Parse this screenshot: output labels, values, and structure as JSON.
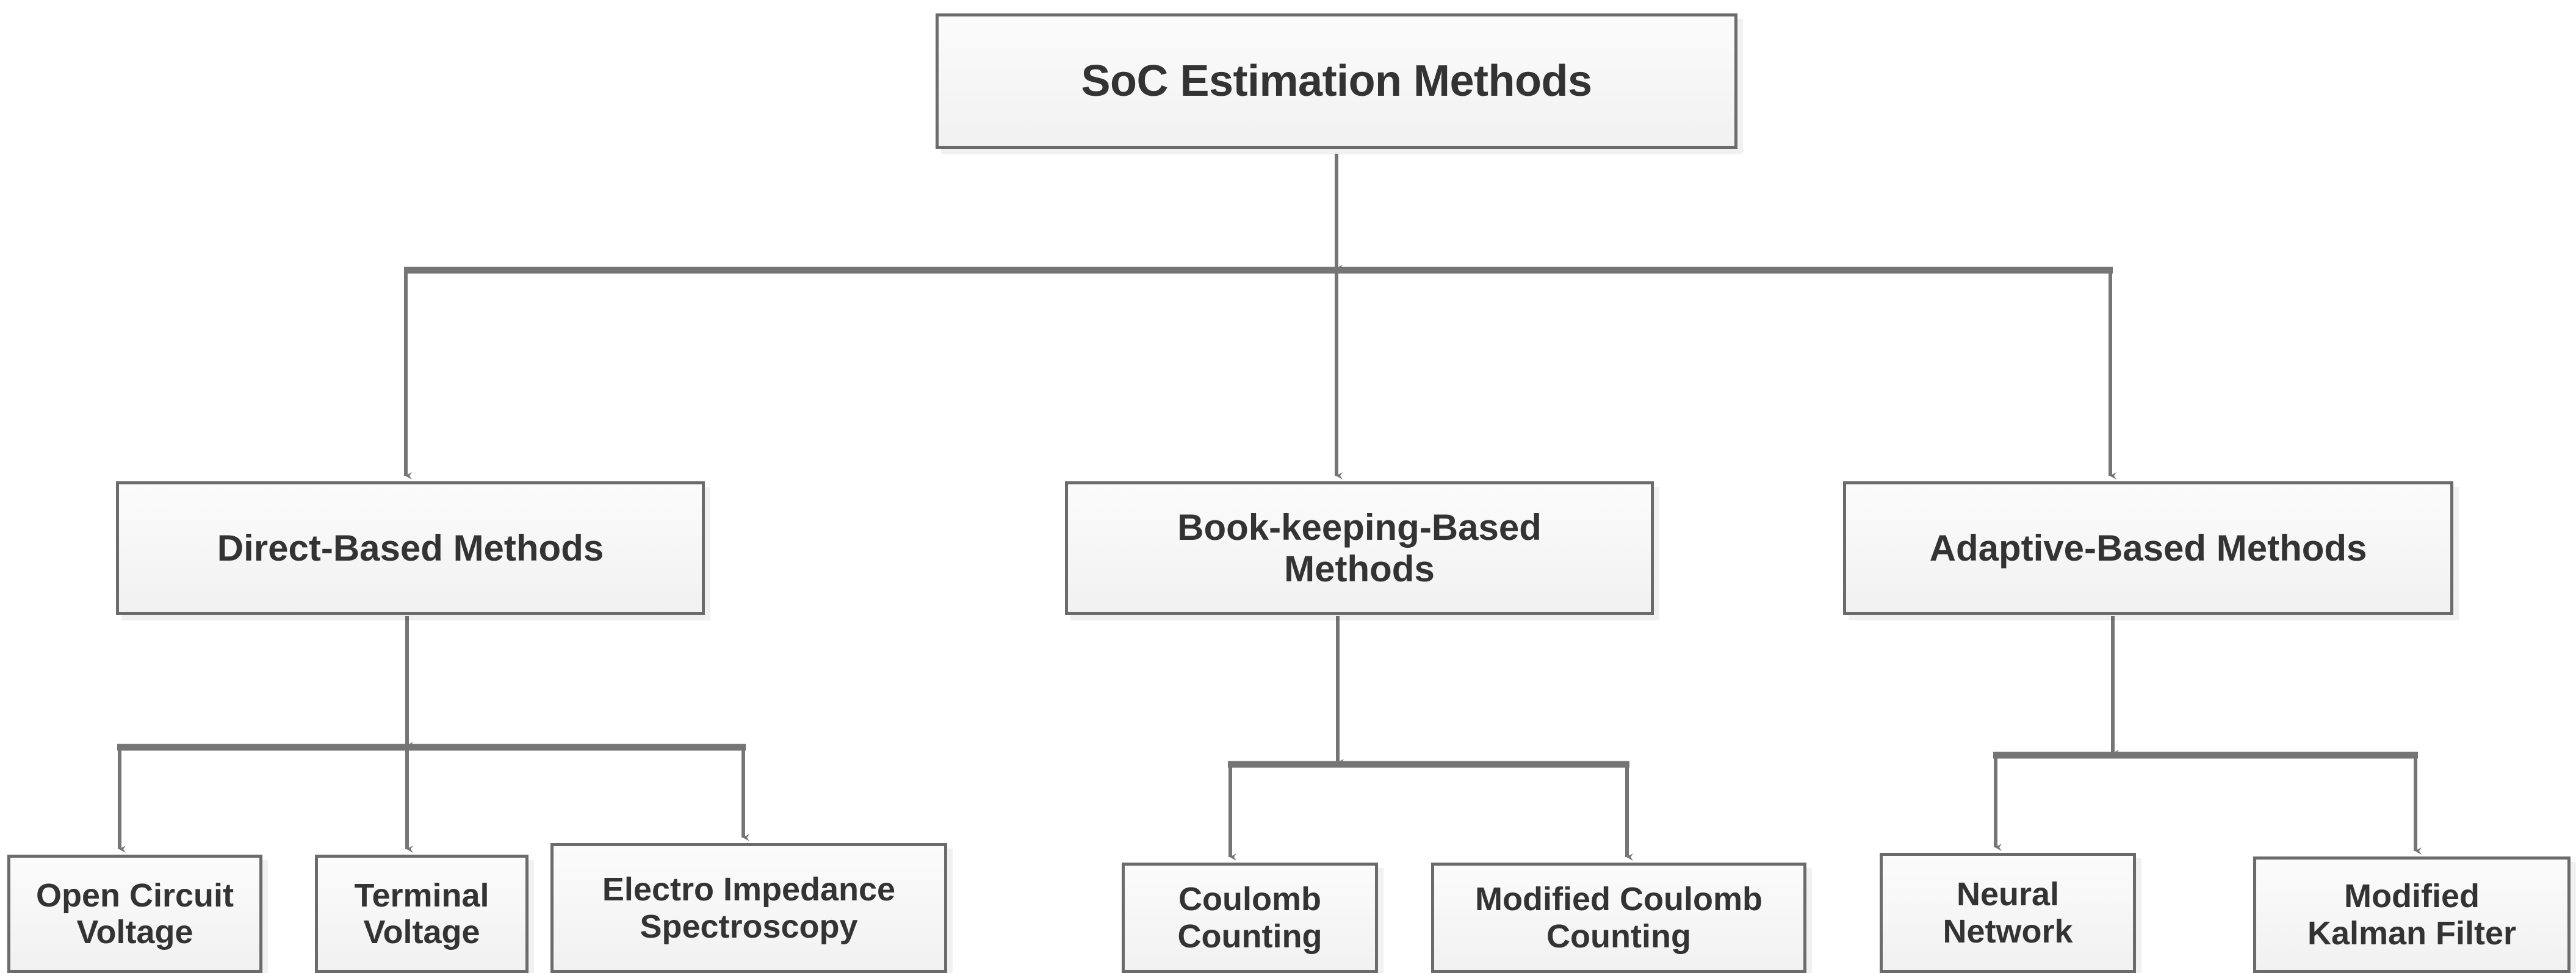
{
  "diagram": {
    "title": "SoC Estimation Methods",
    "type": "tree-hierarchy",
    "orientation": "top-down",
    "colors": {
      "box_border": "#6b6b6b",
      "box_fill_top": "#fbfbfb",
      "box_fill_bottom": "#f1f1f1",
      "text": "#333333",
      "connector": "#757575",
      "background": "#ffffff"
    },
    "levels": 3
  },
  "nodes": {
    "root": {
      "label": "SoC Estimation Methods"
    },
    "level2": [
      {
        "id": "direct",
        "label": "Direct-Based Methods"
      },
      {
        "id": "book",
        "label": "Book-keeping-Based\nMethods"
      },
      {
        "id": "adaptive",
        "label": "Adaptive-Based Methods"
      }
    ],
    "level3": [
      {
        "id": "ocv",
        "parent": "direct",
        "label": "Open Circuit\nVoltage"
      },
      {
        "id": "tv",
        "parent": "direct",
        "label": "Terminal\nVoltage"
      },
      {
        "id": "eis",
        "parent": "direct",
        "label": "Electro Impedance\nSpectroscopy"
      },
      {
        "id": "cc",
        "parent": "book",
        "label": "Coulomb\nCounting"
      },
      {
        "id": "mcc",
        "parent": "book",
        "label": "Modified Coulomb\nCounting"
      },
      {
        "id": "nn",
        "parent": "adaptive",
        "label": "Neural\nNetwork"
      },
      {
        "id": "mkf",
        "parent": "adaptive",
        "label": "Modified\nKalman Filter"
      }
    ]
  },
  "edges": [
    {
      "from": "root",
      "to": "direct"
    },
    {
      "from": "root",
      "to": "book"
    },
    {
      "from": "root",
      "to": "adaptive"
    },
    {
      "from": "direct",
      "to": "ocv"
    },
    {
      "from": "direct",
      "to": "tv"
    },
    {
      "from": "direct",
      "to": "eis"
    },
    {
      "from": "book",
      "to": "cc"
    },
    {
      "from": "book",
      "to": "mcc"
    },
    {
      "from": "adaptive",
      "to": "nn"
    },
    {
      "from": "adaptive",
      "to": "mkf"
    }
  ]
}
